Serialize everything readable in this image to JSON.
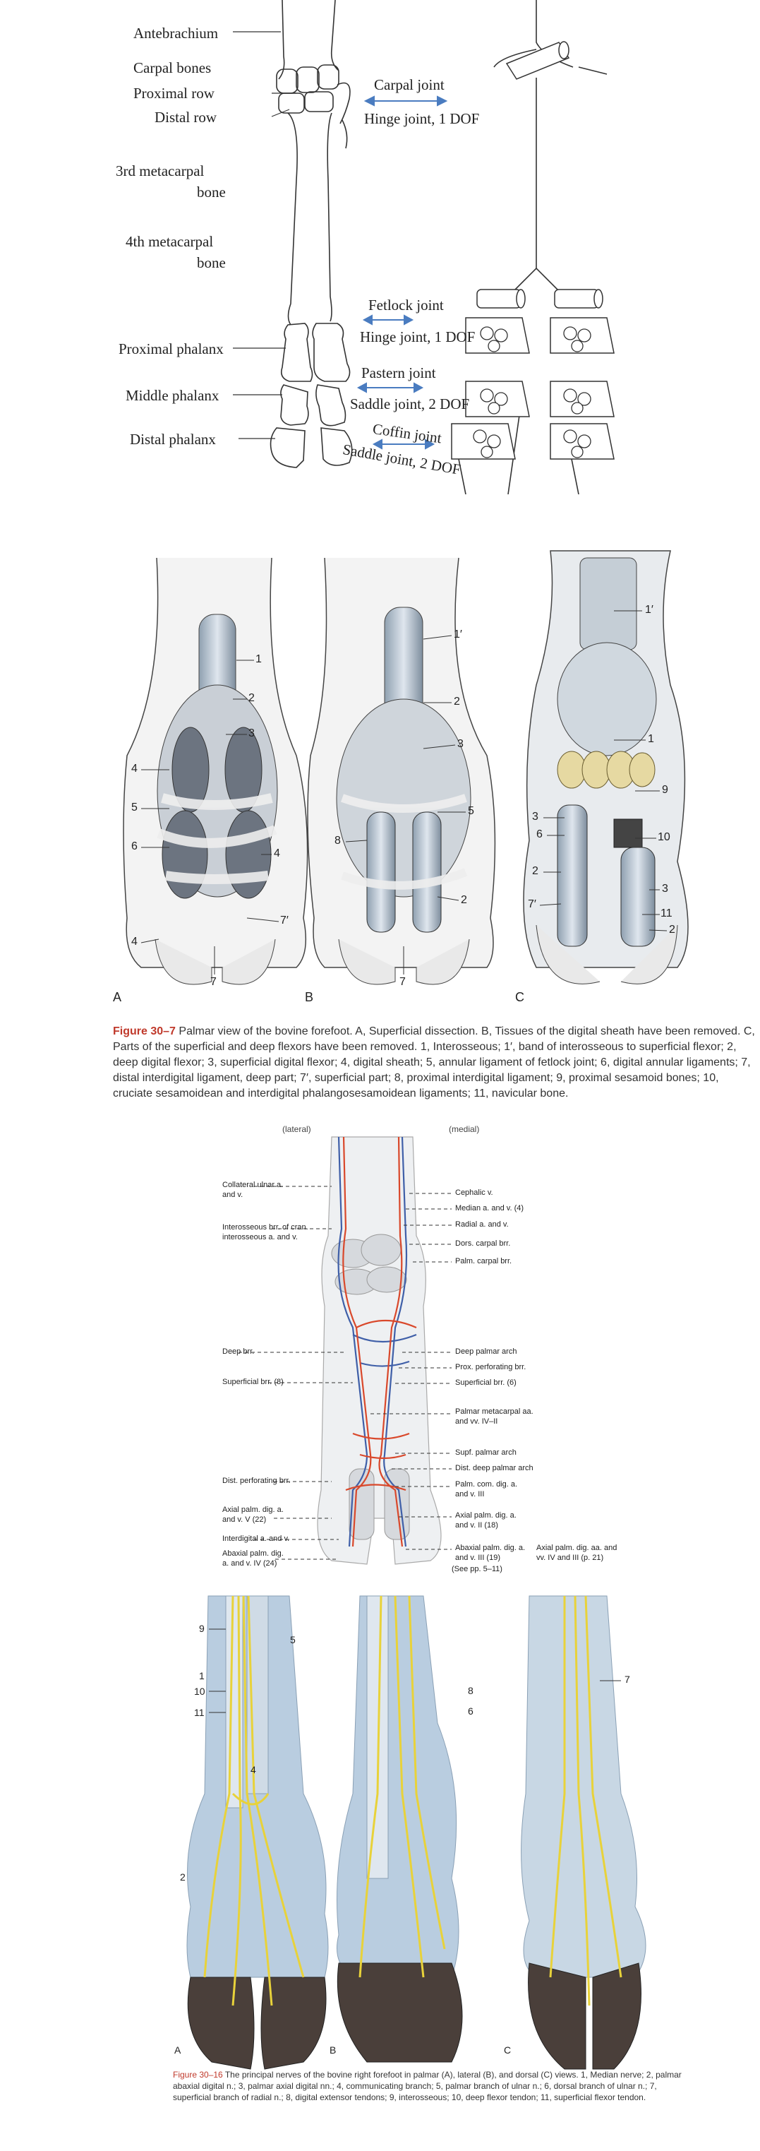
{
  "joint_diagram": {
    "labels": {
      "antebrachium": "Antebrachium",
      "carpal_bones": "Carpal bones",
      "proximal_row": "Proximal row",
      "distal_row": "Distal row",
      "metacarpal3_a": "3rd metacarpal",
      "metacarpal3_b": "bone",
      "metacarpal4_a": "4th metacarpal",
      "metacarpal4_b": "bone",
      "proximal_phalanx": "Proximal phalanx",
      "middle_phalanx": "Middle phalanx",
      "distal_phalanx": "Distal phalanx"
    },
    "joints": {
      "carpal_name": "Carpal joint",
      "carpal_type": "Hinge joint, 1 DOF",
      "fetlock_name": "Fetlock joint",
      "fetlock_type": "Hinge joint, 1 DOF",
      "pastern_name": "Pastern joint",
      "pastern_type": "Saddle joint, 2 DOF",
      "coffin_name": "Coffin joint",
      "coffin_type": "Saddle joint, 2 DOF"
    },
    "colors": {
      "arrow": "#4a7cc0"
    }
  },
  "figure_30_7": {
    "numbers": {
      "a": [
        "1",
        "2",
        "3",
        "4",
        "5",
        "6",
        "4",
        "7′",
        "4",
        "7"
      ],
      "b": [
        "1′",
        "2",
        "3",
        "5",
        "8",
        "2",
        "7"
      ],
      "c": [
        "1′",
        "1",
        "9",
        "3",
        "6",
        "10",
        "2",
        "3",
        "7′",
        "11",
        "2"
      ]
    },
    "panel_letters": [
      "A",
      "B",
      "C"
    ],
    "caption": {
      "figure_no": "Figure 30–7",
      "text": "Palmar view of the bovine forefoot. A, Superficial dissection. B, Tissues of the digital sheath have been removed. C, Parts of the superficial and deep flexors have been removed. 1, Interosseous; 1′, band of interosseous to superficial flexor; 2, deep digital flexor; 3, superficial digital flexor; 4, digital sheath; 5, annular ligament of fetlock joint; 6, digital annular ligaments; 7, distal interdigital ligament, deep part; 7′, superficial part; 8, proximal interdigital ligament; 9, proximal sesamoid bones; 10, cruciate sesamoidean and interdigital phalangosesamoidean ligaments; 11, navicular bone."
    }
  },
  "vessels_figure": {
    "header_lateral": "(lateral)",
    "header_medial": "(medial)",
    "left_labels": [
      "Collateral ulnar a.",
      "and v.",
      "Interosseous brr. of cran.",
      "interosseous a. and v.",
      "Deep brr.",
      "Superficial brr. (8)",
      "Dist. perforating brr.",
      "Axial palm. dig. a.",
      "and v. V (22)",
      "Interdigital a. and v.",
      "Abaxial palm. dig.",
      "a. and v. IV (24)"
    ],
    "right_labels": [
      "Cephalic v.",
      "Median a. and v. (4)",
      "Radial a. and v.",
      "Dors. carpal brr.",
      "Palm. carpal brr.",
      "Deep palmar arch",
      "Prox. perforating brr.",
      "Superficial brr. (6)",
      "Palmar metacarpal aa.",
      "and vv. IV–II",
      "Supf. palmar arch",
      "Dist. deep palmar arch",
      "Palm. com. dig. a.",
      "and v. III",
      "Axial palm. dig. a.",
      "and v. II (18)",
      "Abaxial palm. dig. a.",
      "and v. III (19)",
      "Axial palm. dig. aa. and",
      "vv. IV and III (p. 21)",
      "(See pp. 5–11)"
    ],
    "colors": {
      "artery": "#d9482b",
      "vein": "#3f5fa8"
    }
  },
  "figure_30_16": {
    "numbers": [
      "9",
      "1",
      "10",
      "11",
      "4",
      "2",
      "5",
      "8",
      "6",
      "7"
    ],
    "panel_letters": [
      "A",
      "B",
      "C"
    ],
    "caption": {
      "figure_no": "Figure 30–16",
      "text": "The principal nerves of the bovine right forefoot in palmar (A), lateral (B), and dorsal (C) views. 1, Median nerve; 2, palmar abaxial digital n.; 3, palmar axial digital nn.; 4, communicating branch; 5, palmar branch of ulnar n.; 6, dorsal branch of ulnar n.; 7, superficial branch of radial n.; 8, digital extensor tendons; 9, interosseous; 10, deep flexor tendon; 11, superficial flexor tendon."
    },
    "colors": {
      "nerve": "#e8d23a",
      "hoof": "#4a3f3a",
      "tissue": "#b9cde0"
    }
  }
}
